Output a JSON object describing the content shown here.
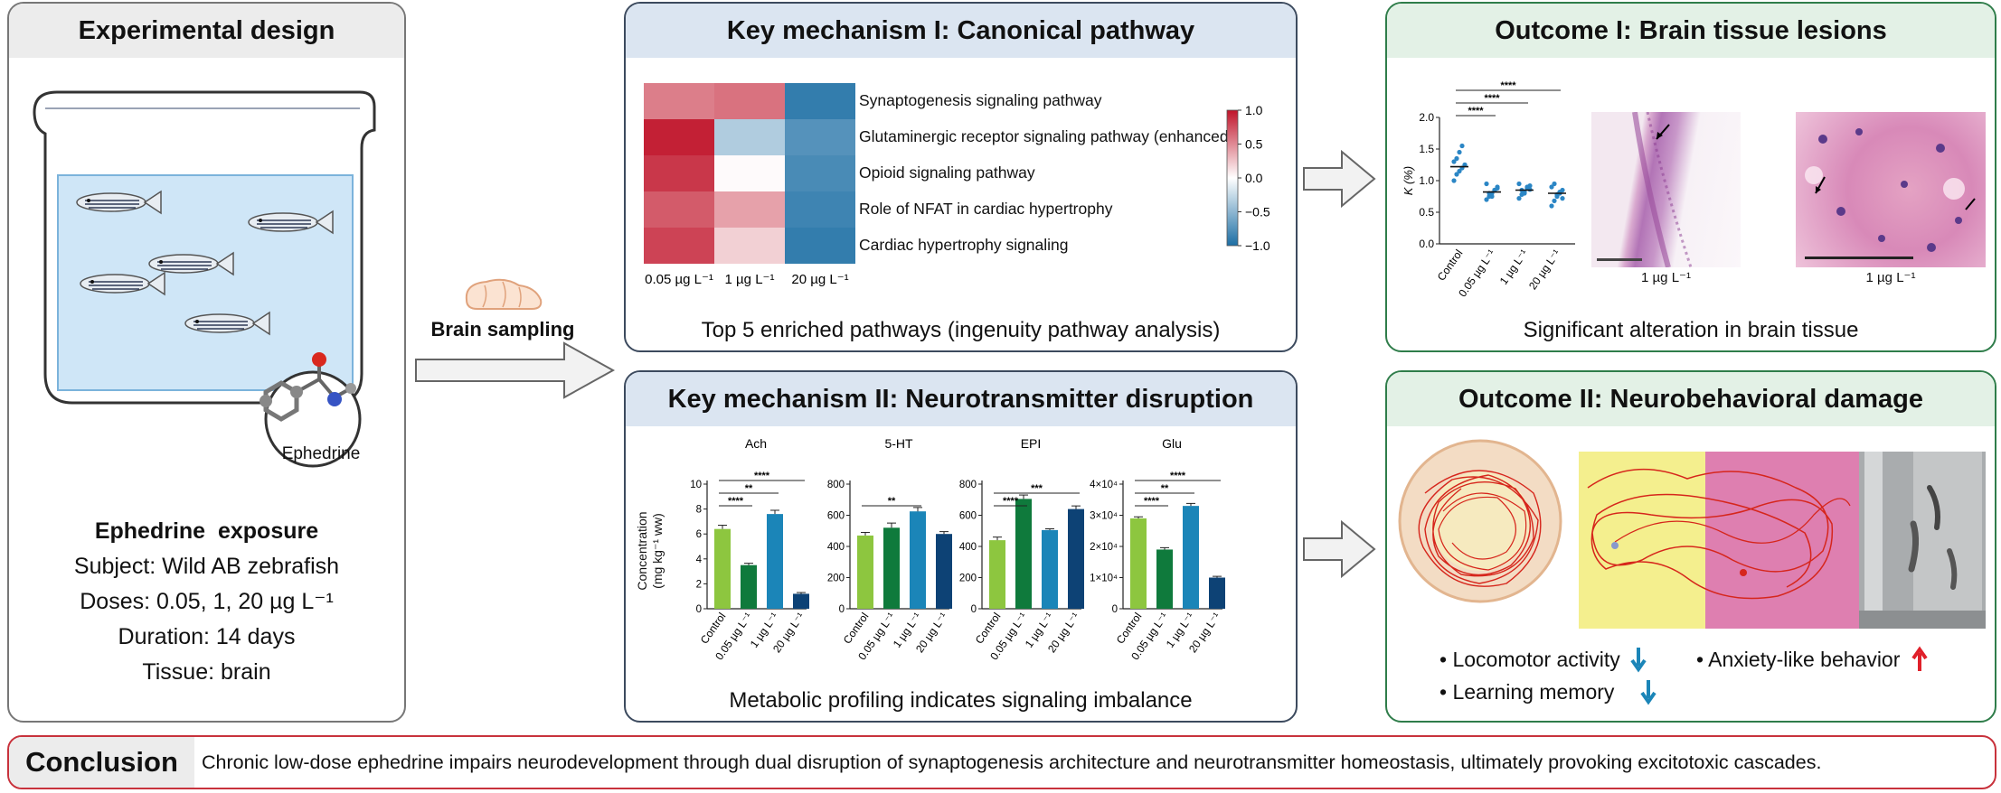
{
  "experimental_design": {
    "title": "Experimental design",
    "molecule_label": "Ephedrine",
    "exposure_title": "Ephedrine  exposure",
    "subject": "Subject: Wild AB zebrafish",
    "doses": "Doses: 0.05, 1, 20 µg L⁻¹",
    "duration": "Duration: 14 days",
    "tissue": "Tissue: brain"
  },
  "sampling": {
    "label": "Brain sampling"
  },
  "mechanism_1": {
    "title": "Key mechanism I: Canonical pathway",
    "caption": "Top 5 enriched pathways (ingenuity pathway analysis)",
    "heatmap": {
      "columns": [
        "0.05 µg L⁻¹",
        "1 µg L⁻¹",
        "20 µg L⁻¹"
      ],
      "rows": [
        "Synaptogenesis signaling pathway",
        "Glutaminergic receptor signaling pathway (enhanced)",
        "Opioid signaling pathway",
        "Role of NFAT in cardiac hypertrophy",
        "Cardiac hypertrophy signaling"
      ],
      "values": [
        [
          0.55,
          0.6,
          -0.9
        ],
        [
          0.95,
          -0.35,
          -0.75
        ],
        [
          0.85,
          0.02,
          -0.8
        ],
        [
          0.7,
          0.4,
          -0.85
        ],
        [
          0.8,
          0.2,
          -0.9
        ]
      ],
      "scale_ticks": [
        "1.0",
        "0.5",
        "0.0",
        "−0.5",
        "−1.0"
      ]
    }
  },
  "mechanism_2": {
    "title": "Key mechanism II: Neurotransmitter disruption",
    "caption": "Metabolic profiling indicates signaling imbalance",
    "ylabel_line1": "Concentration",
    "ylabel_line2": "(mg kg⁻¹ ww)",
    "groups": [
      "Control",
      "0.05 µg L⁻¹",
      "1 µg L⁻¹",
      "20 µg L⁻¹"
    ],
    "colors": [
      "#8dc63f",
      "#0f7a3c",
      "#1b85b8",
      "#0d4275"
    ]
  },
  "chart_data": [
    {
      "type": "bar",
      "title": "Ach",
      "categories": [
        "Control",
        "0.05 µg L⁻¹",
        "1 µg L⁻¹",
        "20 µg L⁻¹"
      ],
      "values": [
        6.4,
        3.5,
        7.6,
        1.2
      ],
      "errors": [
        0.3,
        0.15,
        0.3,
        0.1
      ],
      "ylim": [
        0,
        10
      ],
      "yticks": [
        "0",
        "2",
        "4",
        "6",
        "8",
        "10"
      ],
      "significance": [
        "****",
        "**",
        "****"
      ]
    },
    {
      "type": "bar",
      "title": "5-HT",
      "categories": [
        "Control",
        "0.05 µg L⁻¹",
        "1 µg L⁻¹",
        "20 µg L⁻¹"
      ],
      "values": [
        470,
        520,
        625,
        480
      ],
      "errors": [
        20,
        30,
        25,
        15
      ],
      "ylim": [
        0,
        800
      ],
      "yticks": [
        "0",
        "200",
        "400",
        "600",
        "800"
      ],
      "significance": [
        "**"
      ]
    },
    {
      "type": "bar",
      "title": "EPI",
      "categories": [
        "Control",
        "0.05 µg L⁻¹",
        "1 µg L⁻¹",
        "20 µg L⁻¹"
      ],
      "values": [
        440,
        705,
        505,
        640
      ],
      "errors": [
        20,
        25,
        8,
        20
      ],
      "ylim": [
        0,
        800
      ],
      "yticks": [
        "0",
        "200",
        "400",
        "600",
        "800"
      ],
      "significance": [
        "****",
        "***"
      ]
    },
    {
      "type": "bar",
      "title": "Glu",
      "categories": [
        "Control",
        "0.05 µg L⁻¹",
        "1 µg L⁻¹",
        "20 µg L⁻¹"
      ],
      "values": [
        29000,
        19000,
        33000,
        10000
      ],
      "errors": [
        500,
        600,
        800,
        400
      ],
      "ylim": [
        0,
        40000
      ],
      "yticks": [
        "0",
        "1×10⁴",
        "2×10⁴",
        "3×10⁴",
        "4×10⁴"
      ],
      "significance": [
        "****",
        "**",
        "****"
      ]
    },
    {
      "type": "scatter",
      "title": "",
      "categories": [
        "Control",
        "0.05 µg L⁻¹",
        "1 µg L⁻¹",
        "20 µg L⁻¹"
      ],
      "means": [
        1.22,
        0.82,
        0.85,
        0.8
      ],
      "points": [
        [
          1.0,
          1.1,
          1.15,
          1.2,
          1.25,
          1.3,
          1.35,
          1.45,
          1.55,
          1.25
        ],
        [
          0.7,
          0.75,
          0.8,
          0.85,
          0.9,
          0.95,
          0.8,
          0.75,
          0.85,
          0.88
        ],
        [
          0.72,
          0.78,
          0.82,
          0.88,
          0.92,
          0.95,
          0.85,
          0.8,
          0.9,
          0.86
        ],
        [
          0.6,
          0.68,
          0.75,
          0.8,
          0.85,
          0.9,
          0.95,
          0.78,
          0.82,
          0.72
        ]
      ],
      "ylabel": "K (%)",
      "ylim": [
        0,
        2.0
      ],
      "yticks": [
        "0.0",
        "0.5",
        "1.0",
        "1.5",
        "2.0"
      ],
      "significance": [
        "****",
        "****",
        "****"
      ]
    }
  ],
  "outcome_1": {
    "title": "Outcome I: Brain tissue lesions",
    "caption": "Significant alteration in brain tissue",
    "image_label_1": "1 µg L⁻¹",
    "image_label_2": "1 µg L⁻¹"
  },
  "outcome_2": {
    "title": "Outcome II: Neurobehavioral damage",
    "bullet_locomotor": "• Locomotor activity",
    "bullet_learning": "• Learning memory",
    "bullet_anxiety": "• Anxiety-like behavior"
  },
  "conclusion": {
    "label": "Conclusion",
    "text": "Chronic low-dose ephedrine impairs neurodevelopment through dual disruption of synaptogenesis architecture and neurotransmitter homeostasis, ultimately provoking excitotoxic cascades."
  },
  "colors": {
    "down_arrow": "#1b85b8",
    "up_arrow": "#e0202a",
    "heat_high": "#c0142a",
    "heat_low": "#1c6ea4"
  }
}
